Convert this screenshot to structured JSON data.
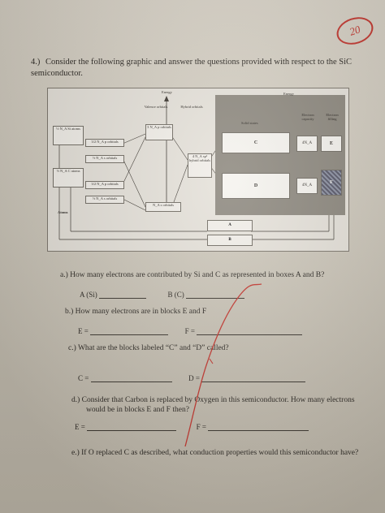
{
  "score_mark": "20",
  "question": {
    "number": "4.)",
    "text": "Consider the following graphic and answer the questions provided with respect to the SiC semiconductor."
  },
  "diagram": {
    "energy_label_left": "Energy",
    "energy_label_right": "Energy",
    "valence_orbitals": "Valence orbitals",
    "hybrid_orbitals": "Hybrid orbitals",
    "si_atoms": "½ N_A Si atoms",
    "c_atoms": "½ N_A C atoms",
    "si_p": "3/2 N_A p orbitals",
    "si_s": "½ N_A s orbitals",
    "c_p": "3/2 N_A p orbitals",
    "c_s": "½ N_A s orbitals",
    "p_top": "3 N_A p orbitals",
    "hybrid": "4 N_A sp³ hybrid orbitals",
    "s_bottom": "N_A s orbitals",
    "atoms": "Atoms",
    "solid": "Solid",
    "solid_states": "Solid states",
    "electron_capacity": "Electron capacity",
    "electron_filling": "Electron filling",
    "C": "C",
    "D": "D",
    "E": "E",
    "F": "F",
    "cap_c": "4N_A",
    "cap_d": "4N_A",
    "A": "A",
    "B": "B"
  },
  "parts": {
    "a": "a.) How many electrons are contributed by Si and C as represented in boxes A and B?",
    "a_left": "A (Si)",
    "a_right": "B (C)",
    "b": "b.) How many electrons are in blocks E and F",
    "b_left": "E =",
    "b_right": "F =",
    "c": "c.) What are the blocks labeled “C” and “D” called?",
    "c_left": "C =",
    "c_right": "D =",
    "d_line1": "d.) Consider that Carbon is replaced by Oxygen in this semiconductor. How many electrons",
    "d_line2": "would be in blocks E and F then?",
    "d_left": "E =",
    "d_right": "F =",
    "e": "e.) If O replaced C as described, what conduction properties would this semiconductor have?"
  },
  "colors": {
    "ink": "#2b2722",
    "red_pen": "#c4362e",
    "paper": "#d4cec2"
  }
}
